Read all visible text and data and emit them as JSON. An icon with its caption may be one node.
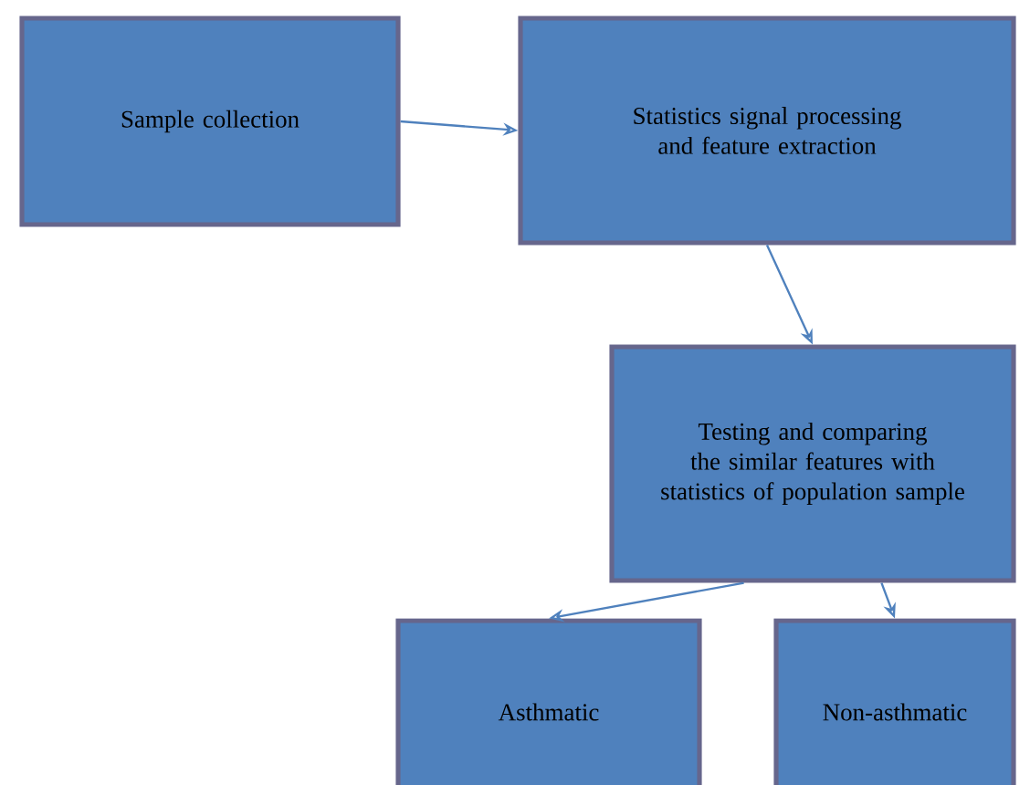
{
  "diagram": {
    "nodes": [
      {
        "text": [
          "Sample collection"
        ]
      },
      {
        "text": [
          "Statistics signal processing and feature extraction"
        ]
      },
      {
        "text": [
          "Testing and comparing the similar features with statistics of population sample"
        ]
      },
      {
        "text": [
          "Asthmatic"
        ]
      },
      {
        "text": [
          "Non-asthmatic"
        ]
      }
    ],
    "edges": [
      {
        "from": 0,
        "to": 1,
        "arrow": "to"
      },
      {
        "from": 1,
        "to": 2,
        "arrow": "to"
      },
      {
        "from": 2,
        "to": 3,
        "arrow": "to"
      },
      {
        "from": 2,
        "to": 4,
        "arrow": "to"
      }
    ]
  }
}
